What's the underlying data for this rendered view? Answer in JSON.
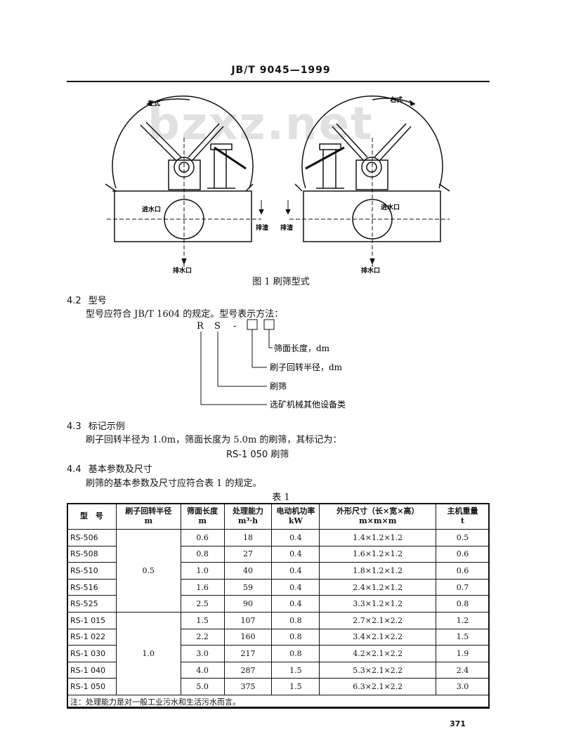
{
  "header": {
    "standard": "JB/T 9045—1999"
  },
  "figure": {
    "left_label": "左式",
    "right_label": "右式",
    "inlet": "进水口",
    "overflow": "排渣",
    "outlet": "排水口",
    "caption": "图 1   刷筛型式",
    "watermark": "bzxz.net"
  },
  "section_42": {
    "number": "4.2",
    "title": "型号",
    "text": "型号应符合 JB/T 1604 的规定。型号表示方法：",
    "code_r": "R",
    "code_s": "S",
    "code_dash": "-",
    "labels": [
      "筛面长度，dm",
      "刷子回转半径，dm",
      "刷筛",
      "选矿机械其他设备类"
    ]
  },
  "section_43": {
    "number": "4.3",
    "title": "标记示例",
    "text": "刷子回转半径为 1.0m，筛面长度为 5.0m 的刷筛，其标记为：",
    "example": "RS-1 050   刷筛"
  },
  "section_44": {
    "number": "4.4",
    "title": "基本参数及尺寸",
    "text": "刷筛的基本参数及尺寸应符合表 1 的规定。"
  },
  "table": {
    "title": "表 1",
    "headers": [
      [
        "型　号",
        ""
      ],
      [
        "刷子回转半径",
        "m"
      ],
      [
        "筛面长度",
        "m"
      ],
      [
        "处理能力",
        "m³·h"
      ],
      [
        "电动机功率",
        "kW"
      ],
      [
        "外形尺寸（长×宽×高）",
        "m×m×m"
      ],
      [
        "主机重量",
        "t"
      ]
    ],
    "radius_groups": [
      "0.5",
      "1.0"
    ],
    "rows": [
      {
        "model": "RS-506",
        "length": "0.6",
        "capacity": "18",
        "power": "0.4",
        "dims": "1.4×1.2×1.2",
        "weight": "0.5"
      },
      {
        "model": "RS-508",
        "length": "0.8",
        "capacity": "27",
        "power": "0.4",
        "dims": "1.6×1.2×1.2",
        "weight": "0.6"
      },
      {
        "model": "RS-510",
        "length": "1.0",
        "capacity": "40",
        "power": "0.4",
        "dims": "1.8×1.2×1.2",
        "weight": "0.6"
      },
      {
        "model": "RS-516",
        "length": "1.6",
        "capacity": "59",
        "power": "0.4",
        "dims": "2.4×1.2×1.2",
        "weight": "0.7"
      },
      {
        "model": "RS-525",
        "length": "2.5",
        "capacity": "90",
        "power": "0.4",
        "dims": "3.3×1.2×1.2",
        "weight": "0.8"
      },
      {
        "model": "RS-1 015",
        "length": "1.5",
        "capacity": "107",
        "power": "0.8",
        "dims": "2.7×2.1×2.2",
        "weight": "1.2"
      },
      {
        "model": "RS-1 022",
        "length": "2.2",
        "capacity": "160",
        "power": "0.8",
        "dims": "3.4×2.1×2.2",
        "weight": "1.5"
      },
      {
        "model": "RS-1 030",
        "length": "3.0",
        "capacity": "217",
        "power": "0.8",
        "dims": "4.2×2.1×2.2",
        "weight": "1.9"
      },
      {
        "model": "RS-1 040",
        "length": "4.0",
        "capacity": "287",
        "power": "1.5",
        "dims": "5.3×2.1×2.2",
        "weight": "2.4"
      },
      {
        "model": "RS-1 050",
        "length": "5.0",
        "capacity": "375",
        "power": "1.5",
        "dims": "6.3×2.1×2.2",
        "weight": "3.0"
      }
    ],
    "note": "注：处理能力是对一般工业污水和生活污水而言。"
  },
  "page_number": "371"
}
